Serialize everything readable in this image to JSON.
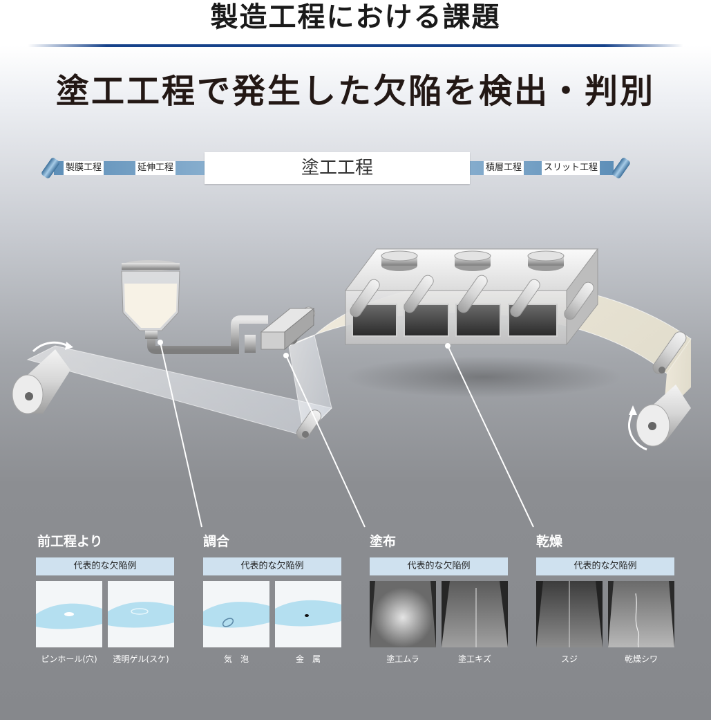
{
  "header": {
    "title": "製造工程における課題"
  },
  "main": {
    "heading": "塗工工程で発生した欠陥を検出・判別"
  },
  "flow": {
    "steps_before": [
      "製膜工程",
      "延伸工程"
    ],
    "current": "塗工工程",
    "steps_after": [
      "積層工程",
      "スリット工程"
    ]
  },
  "sections": [
    {
      "title": "前工程より",
      "band": "代表的な欠陥例",
      "captions": [
        "ピンホール(穴)",
        "透明ゲル(スケ)"
      ]
    },
    {
      "title": "調合",
      "band": "代表的な欠陥例",
      "captions": [
        "気　泡",
        "金　属"
      ]
    },
    {
      "title": "塗布",
      "band": "代表的な欠陥例",
      "captions": [
        "塗工ムラ",
        "塗工キズ"
      ]
    },
    {
      "title": "乾燥",
      "band": "代表的な欠陥例",
      "captions": [
        "スジ",
        "乾燥シワ"
      ]
    }
  ],
  "colors": {
    "accent_line": "#16428a",
    "band": "#cfe1ef",
    "title_text": "#231815"
  },
  "icons": [
    "roll-icon",
    "rotation-arrow-icon"
  ]
}
